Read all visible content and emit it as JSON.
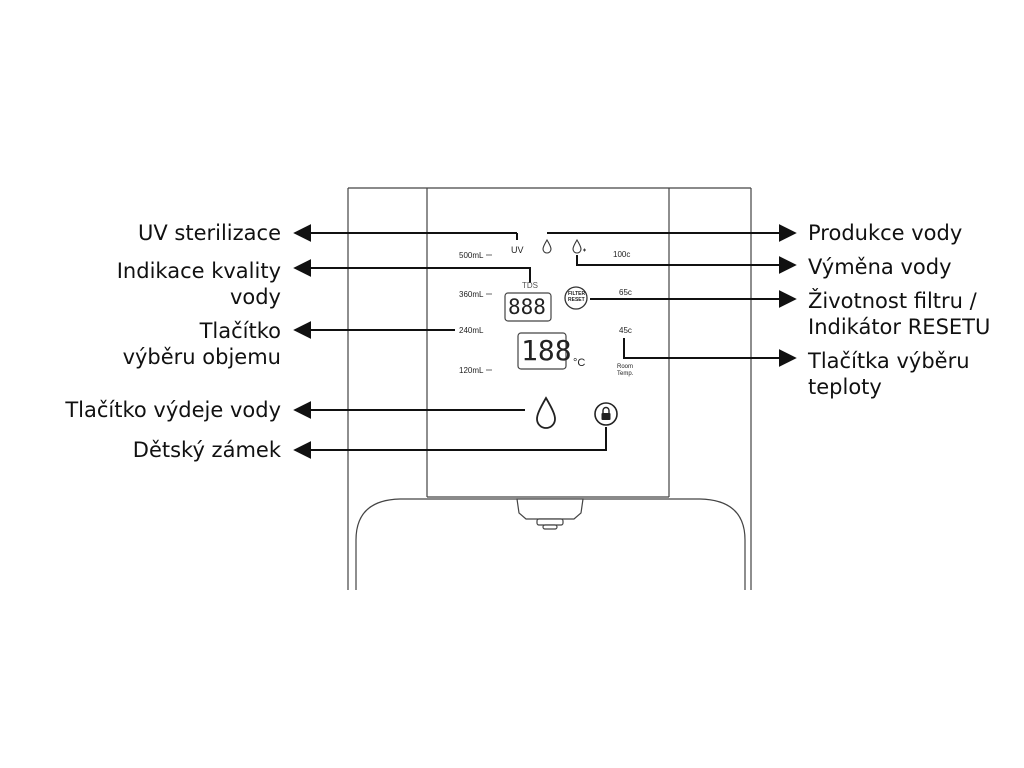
{
  "callouts": {
    "uv": "UV sterilizace",
    "quality": [
      "Indikace kvality",
      "vody"
    ],
    "volume": [
      "Tlačítko",
      "výběru objemu"
    ],
    "dispense": "Tlačítko výdeje vody",
    "lock": "Dětský zámek",
    "production": "Produkce vody",
    "exchange": "Výměna vody",
    "filter": [
      "Životnost filtru /",
      "Indikátor RESETU"
    ],
    "temperature": [
      "Tlačítka výběru",
      "teploty"
    ]
  },
  "panel": {
    "volumes": [
      "500mL",
      "360mL",
      "240mL",
      "120mL"
    ],
    "uv": "UV",
    "tds": "TDS",
    "tds_display": "888",
    "temp_display": "188",
    "temp_unit": "°C",
    "filter_reset": [
      "FILTER",
      "RESET"
    ],
    "temps": [
      "100c",
      "65c",
      "45c"
    ],
    "room": [
      "Room",
      "Temp."
    ]
  },
  "colors": {
    "line": "#111111",
    "panel": "#444444"
  },
  "icons": [
    "drop-icon",
    "drop-small-icon",
    "drop-exchange-icon",
    "lock-icon"
  ]
}
